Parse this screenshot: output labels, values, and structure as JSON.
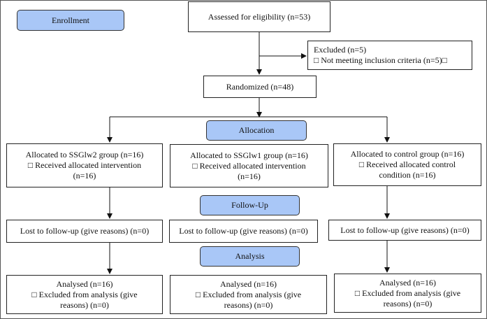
{
  "stages": {
    "enrollment": "Enrollment",
    "allocation": "Allocation",
    "follow_up": "Follow-Up",
    "analysis": "Analysis"
  },
  "assessed": "Assessed for eligibility (n=53)",
  "excluded": {
    "title": "Excluded (n=5)",
    "reason": "□ Not meeting inclusion criteria (n=5)□"
  },
  "randomized": "Randomized (n=48)",
  "groups": [
    {
      "allocated": "Allocated to SSGlw2 group (n=16)",
      "received_1": "□ Received allocated intervention",
      "received_2": "(n=16)",
      "lost": "Lost to follow-up (give reasons) (n=0)",
      "analysed": "Analysed (n=16)",
      "excluded_1": "□ Excluded from analysis (give",
      "excluded_2": "reasons) (n=0)"
    },
    {
      "allocated": "Allocated to SSGlw1 group (n=16)",
      "received_1": "□ Received allocated intervention",
      "received_2": "(n=16)",
      "lost": "Lost to follow-up (give reasons) (n=0)",
      "analysed": "Analysed (n=16)",
      "excluded_1": "□ Excluded from analysis (give",
      "excluded_2": "reasons) (n=0)"
    },
    {
      "allocated": "Allocated to control group (n=16)",
      "received_1": "□ Received allocated control",
      "received_2": "condition (n=16)",
      "lost": "Lost to follow-up (give reasons) (n=0)",
      "analysed": "Analysed (n=16)",
      "excluded_1": "□ Excluded from analysis (give",
      "excluded_2": "reasons) (n=0)"
    }
  ]
}
